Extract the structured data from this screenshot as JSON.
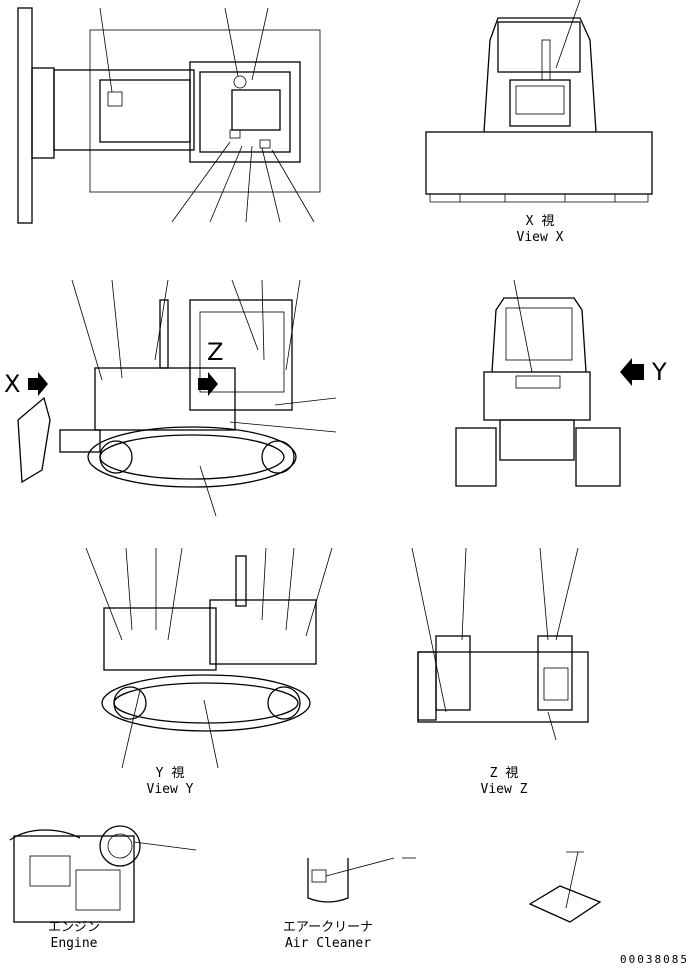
{
  "views": {
    "x": {
      "jp": "X 視",
      "en": "View X"
    },
    "y": {
      "jp": "Y 視",
      "en": "View Y"
    },
    "z": {
      "jp": "Z 視",
      "en": "View Z"
    }
  },
  "components": {
    "engine": {
      "jp": "エンジン",
      "en": "Engine"
    },
    "air_cleaner": {
      "jp": "エアークリーナ",
      "en": "Air Cleaner"
    }
  },
  "markers": {
    "x": "X",
    "y": "Y",
    "z": "Z"
  },
  "drawing_number": "00038085"
}
